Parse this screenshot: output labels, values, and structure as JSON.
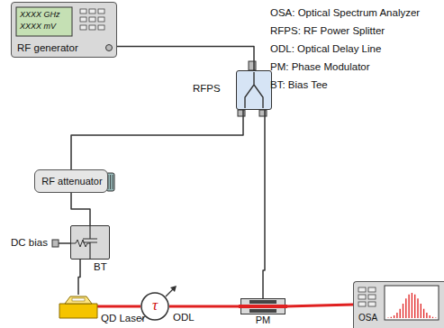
{
  "diagram": {
    "nodes": [
      {
        "text": [
          "XXXX GHz",
          "XXXX mV",
          "RF generator"
        ]
      },
      {
        "text": [
          "RFPS"
        ]
      },
      {
        "text": [
          "RF attenuator"
        ]
      },
      {
        "text": [
          "BT"
        ]
      },
      {
        "text": [
          "QD Laser"
        ]
      },
      {
        "text": [
          "τ",
          "ODL"
        ]
      },
      {
        "text": [
          "PM"
        ]
      },
      {
        "text": [
          "OSA"
        ]
      }
    ],
    "edges": [
      {
        "from": 0,
        "to": 1,
        "arrow": "none"
      },
      {
        "from": 1,
        "to": 2,
        "arrow": "none"
      },
      {
        "from": 1,
        "to": 6,
        "arrow": "none"
      },
      {
        "from": 2,
        "to": 3,
        "arrow": "none"
      },
      {
        "from": 3,
        "to": 4,
        "arrow": "none"
      },
      {
        "from": 4,
        "to": 5,
        "arrow": "none"
      },
      {
        "from": 5,
        "to": 6,
        "arrow": "none"
      },
      {
        "from": 6,
        "to": 7,
        "arrow": "none"
      }
    ],
    "labels": [
      "OSA: Optical Spectrum Analyzer",
      "RFPS: RF Power Splitter",
      "ODL: Optical Delay Line",
      "PM: Phase Modulator",
      "BT: Bias Tee",
      "DC bias"
    ]
  }
}
